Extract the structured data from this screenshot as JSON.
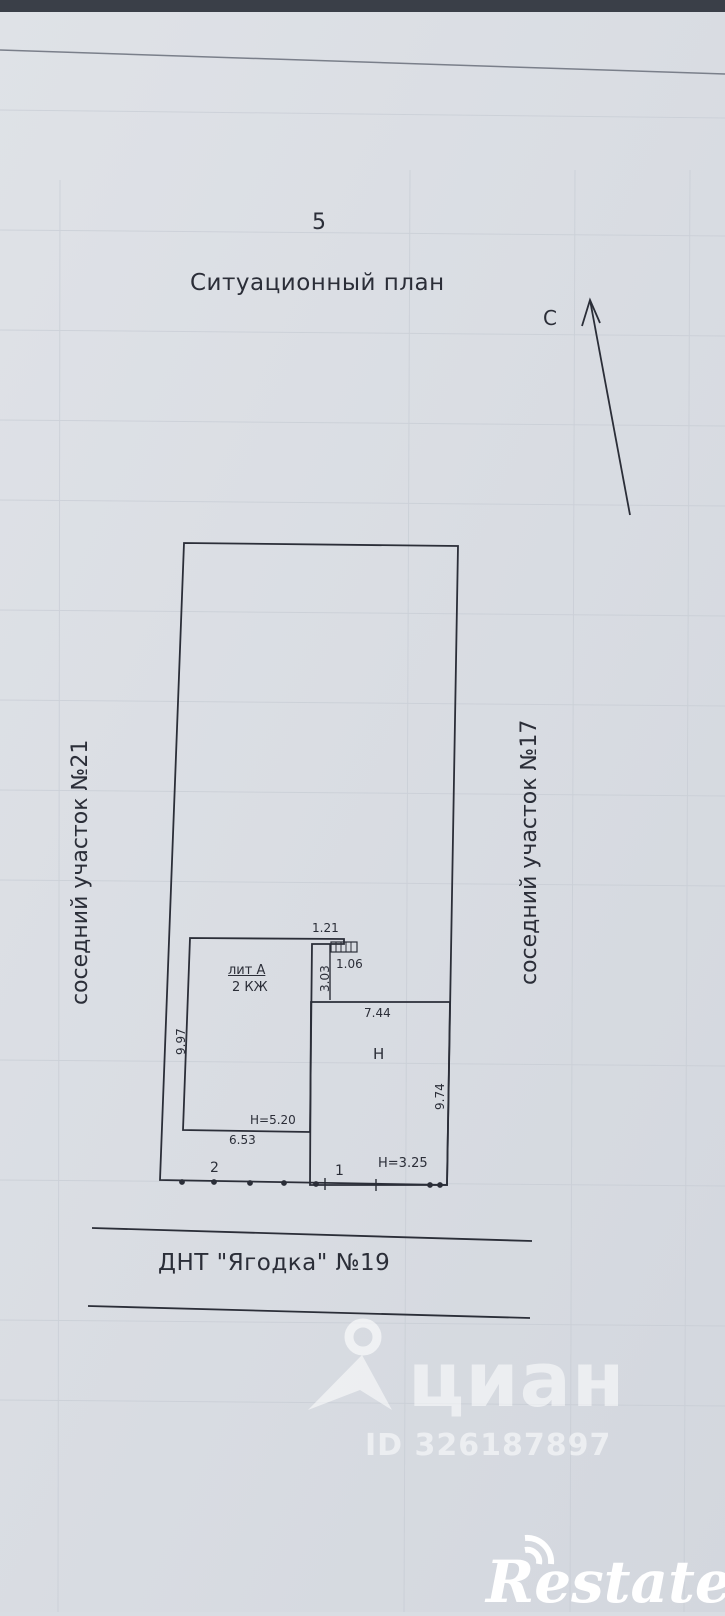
{
  "page_number": "5",
  "plan_title": "Ситуационный план",
  "north_marker": "С",
  "neighbors": {
    "left": "соседний участок №21",
    "right": "соседний участок №17"
  },
  "building": {
    "name_line1": "лит А",
    "name_line2": "2 КЖ",
    "extension_label": "Н"
  },
  "dimensions": {
    "d_1_21": "1.21",
    "d_3_03": "3.03",
    "d_1_06": "1.06",
    "d_7_44": "7.44",
    "d_9_97": "9.97",
    "d_9_74": "9.74",
    "h_5_20": "Н=5.20",
    "d_6_53": "6.53",
    "h_3_25": "Н=3.25",
    "pt_2": "2",
    "pt_1": "1"
  },
  "road_label": "ДНТ \"Ягодка\" №19",
  "watermark": {
    "logo": "циан",
    "id": "ID 326187897"
  },
  "brand": {
    "name": "Restate",
    "first_letter": "R",
    "rest": "estate"
  }
}
